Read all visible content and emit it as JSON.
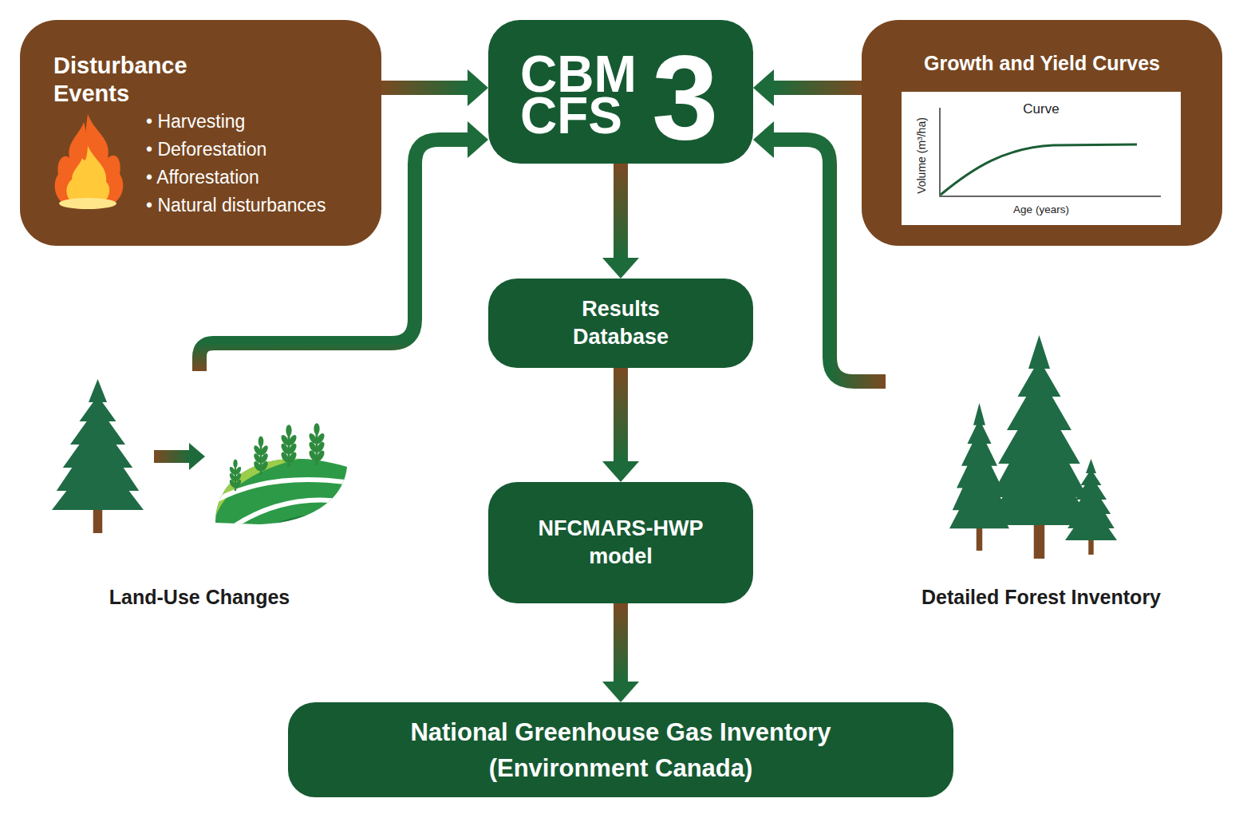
{
  "diagram": {
    "nodes": [
      {
        "text": [
          "Disturbance Events",
          "• Harvesting",
          "• Deforestation",
          "• Afforestation",
          "• Natural disturbances"
        ]
      },
      {
        "text": [
          "CBM CFS",
          "3"
        ]
      },
      {
        "text": [
          "Growth and Yield Curves"
        ]
      },
      {
        "text": [
          "Curve",
          "Volume (m³/ha)",
          "Age (years)"
        ],
        "in": 2
      },
      {
        "text": [
          "Results Database"
        ]
      },
      {
        "text": [
          "NFCMARS-HWP model"
        ]
      },
      {
        "text": [
          "Land-Use Changes"
        ]
      },
      {
        "text": [
          "Detailed Forest Inventory"
        ]
      },
      {
        "text": [
          "National Greenhouse Gas Inventory (Environment Canada)"
        ]
      }
    ],
    "edges": [
      {
        "from": 0,
        "to": 1,
        "arrow": "to"
      },
      {
        "from": 2,
        "to": 1,
        "arrow": "to"
      },
      {
        "from": 6,
        "to": 1,
        "arrow": "to"
      },
      {
        "from": 7,
        "to": 1,
        "arrow": "to"
      },
      {
        "from": 1,
        "to": 4,
        "arrow": "to"
      },
      {
        "from": 4,
        "to": 5,
        "arrow": "to"
      },
      {
        "from": 5,
        "to": 8,
        "arrow": "to"
      }
    ]
  }
}
